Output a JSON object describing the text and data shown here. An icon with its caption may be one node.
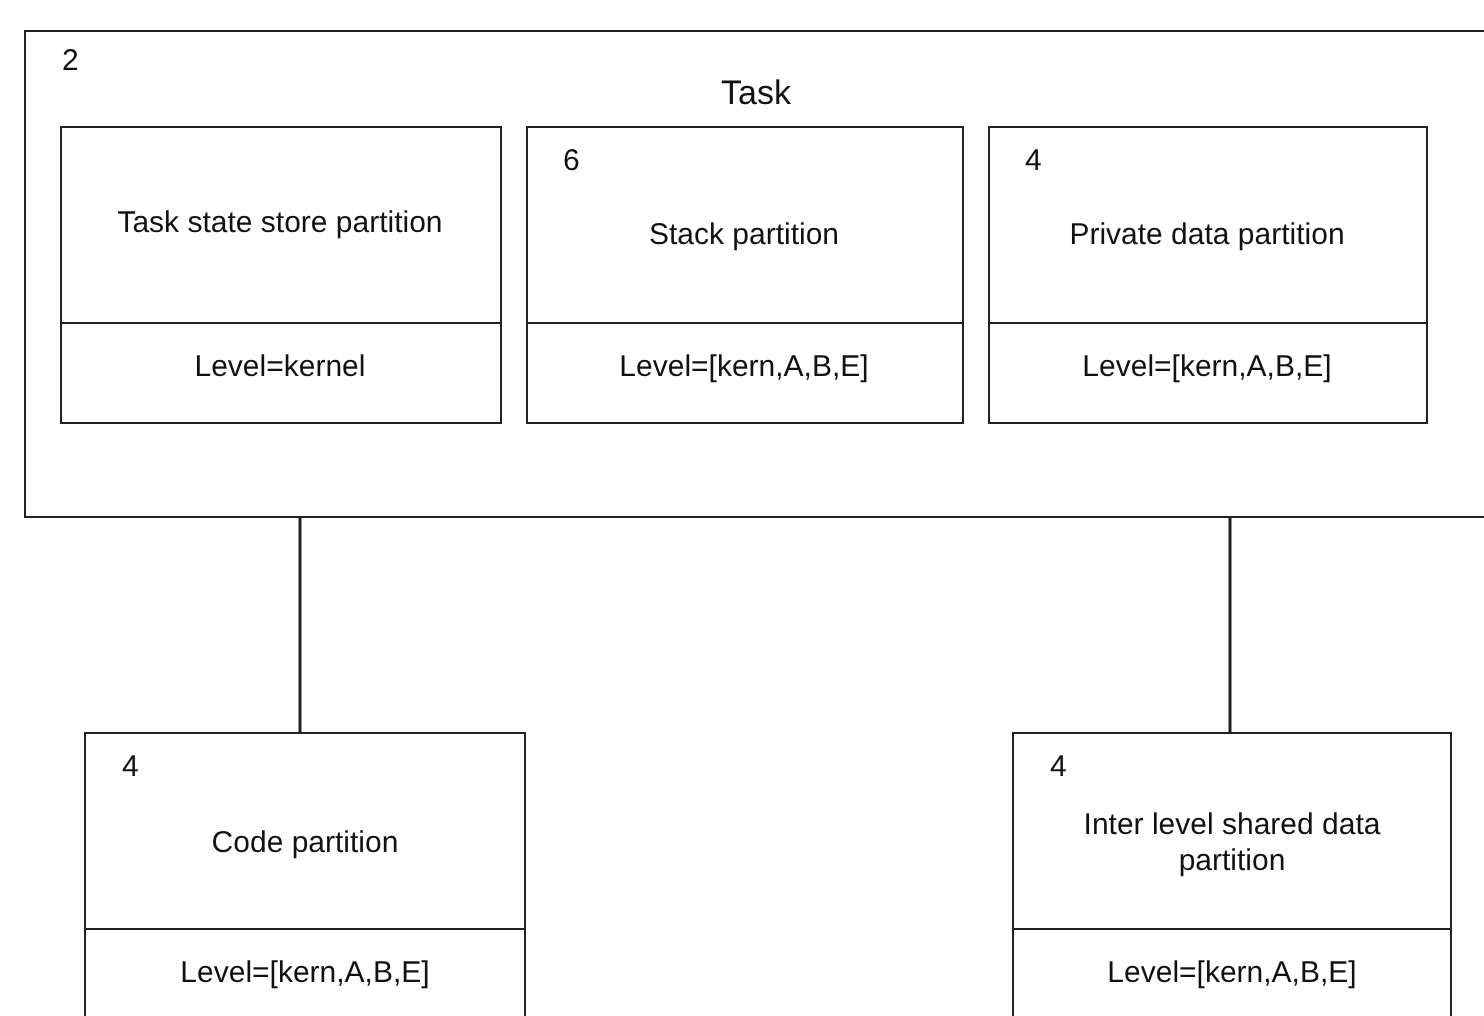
{
  "diagram": {
    "nodes": [
      {
        "text": [
          "2",
          "Task"
        ]
      },
      {
        "text": [
          "Task state store partition",
          "Level=kernel"
        ],
        "in": 0
      },
      {
        "text": [
          "6",
          "Stack partition",
          "Level=[kern,A,B,E]"
        ],
        "in": 0
      },
      {
        "text": [
          "4",
          "Private data partition",
          "Level=[kern,A,B,E]"
        ],
        "in": 0
      },
      {
        "text": [
          "4",
          "Code partition",
          "Level=[kern,A,B,E]"
        ]
      },
      {
        "text": [
          "4",
          "Inter level shared data partition",
          "Level=[kern,A,B,E]"
        ]
      }
    ],
    "edges": [
      {
        "from": 0,
        "to": 4,
        "arrow": "none"
      },
      {
        "from": 0,
        "to": 5,
        "arrow": "none"
      }
    ]
  }
}
